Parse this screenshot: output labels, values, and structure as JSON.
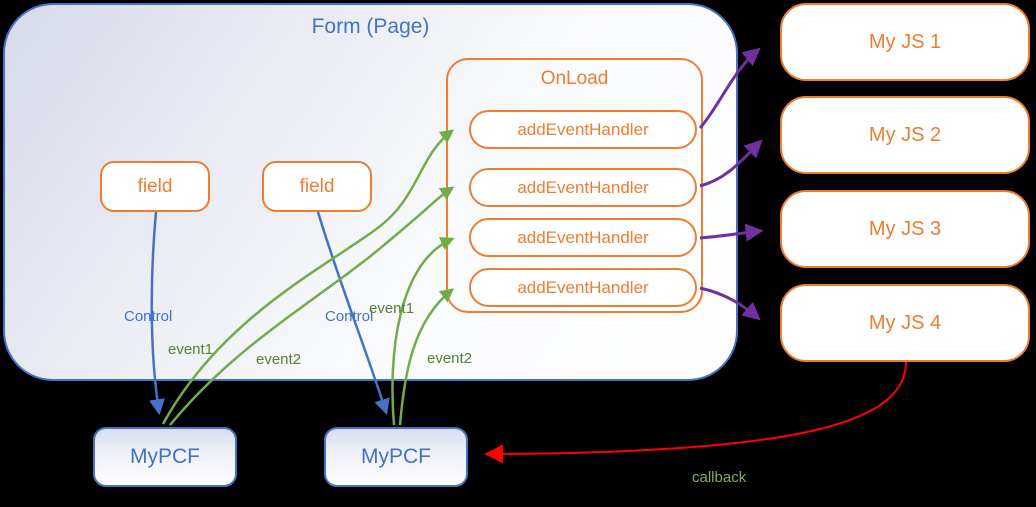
{
  "colors": {
    "blue": "#4472C4",
    "orange": "#ED7D31",
    "green_arrow": "#70AD47",
    "green_label": "#538135",
    "green_callback": "#87A961",
    "purple": "#7030A0",
    "red": "#FF0000",
    "background": "#000000"
  },
  "form": {
    "title": "Form (Page)",
    "fields": [
      "field",
      "field"
    ],
    "onload": {
      "title": "OnLoad",
      "handlers": [
        "addEventHandler",
        "addEventHandler",
        "addEventHandler",
        "addEventHandler"
      ]
    }
  },
  "js_modules": [
    "My JS 1",
    "My JS 2",
    "My JS 3",
    "My JS 4"
  ],
  "pcf_controls": [
    "MyPCF",
    "MyPCF"
  ],
  "edge_labels": {
    "control_left": "Control",
    "event1_left": "event1",
    "event2_left": "event2",
    "control_right": "Control",
    "event1_right": "event1",
    "event2_right": "event2",
    "callback": "callback"
  }
}
